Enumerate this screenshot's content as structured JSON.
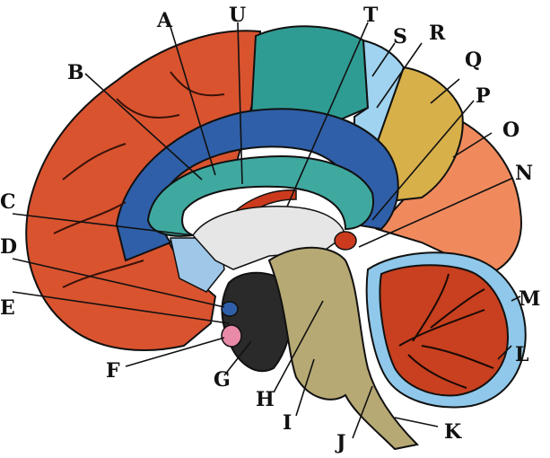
{
  "labels": {
    "A": "A",
    "B": "B",
    "C": "C",
    "D": "D",
    "E": "E",
    "F": "F",
    "G": "G",
    "H": "H",
    "I": "I",
    "J": "J",
    "K": "K",
    "L": "L",
    "M": "M",
    "N": "N",
    "O": "O",
    "P": "P",
    "Q": "Q",
    "R": "R",
    "S": "S",
    "T": "T",
    "U": "U"
  },
  "colors": {
    "frontal_red": "#d9532f",
    "occipital_orange": "#f08a5d",
    "parietal_teal": "#2f9c93",
    "precuneus_blue": "#9fd3ef",
    "cuneus_yellow": "#d8b04a",
    "cingulate_blue": "#2f5fa8",
    "corpus_callosum_teal": "#3fa9a0",
    "fornix_red": "#cc3a1e",
    "thalamus_pink": "#e88aa8",
    "brainstem_khaki": "#b7a974",
    "cerebellum_red": "#c8401f",
    "cerebellum_blue": "#8fc8ea",
    "hypothalamus_dark": "#2a2a2a",
    "outline": "#111111"
  }
}
